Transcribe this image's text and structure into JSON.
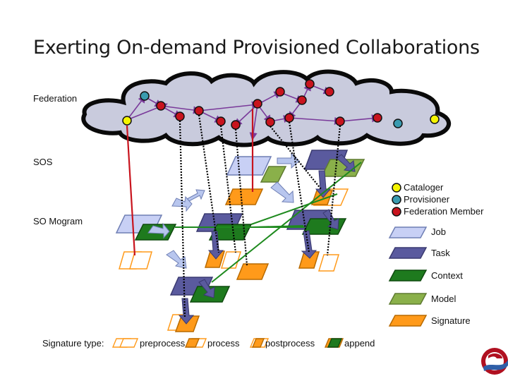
{
  "title": "Exerting On-demand Provisioned Collaborations",
  "layers": {
    "federation": "Federation",
    "sos": "SOS",
    "so_mogram": "SO Mogram"
  },
  "service_legend": {
    "cataloger": "Cataloger",
    "provisioner": "Provisioner",
    "federation_member": "Federation Member"
  },
  "element_legend": {
    "job": "Job",
    "task": "Task",
    "context": "Context",
    "model": "Model",
    "signature": "Signature"
  },
  "signature_types": {
    "label": "Signature type:",
    "preprocess": "preprocess",
    "process": "process",
    "postprocess": "postprocess",
    "append": "append"
  },
  "colors": {
    "cataloger": "#f5f500",
    "provisioner": "#3a9bb0",
    "federation_member": "#c8141e",
    "job": "#c8d0f5",
    "task": "#5a5a9e",
    "context": "#1e7a1e",
    "model": "#8ab04a",
    "signature": "#ff9a1a",
    "cloud": "#c9cbdd",
    "edges": "#7a3a9a"
  }
}
